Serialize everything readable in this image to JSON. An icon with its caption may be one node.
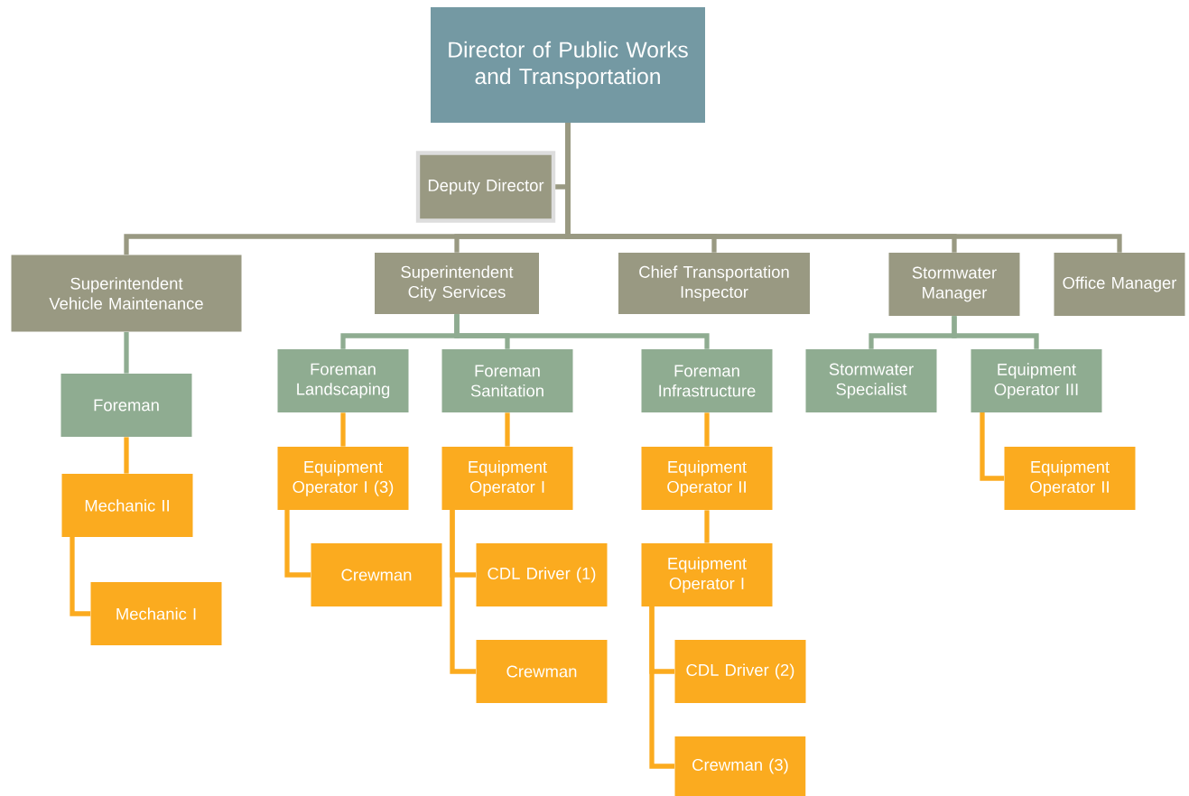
{
  "diagram": {
    "nodes": [
      {
        "text": [
          "Director of Public Works and Transportation"
        ]
      },
      {
        "text": [
          "Deputy Director"
        ]
      },
      {
        "text": [
          "Superintendent Vehicle Maintenance"
        ]
      },
      {
        "text": [
          "Superintendent City Services"
        ]
      },
      {
        "text": [
          "Chief Transportation Inspector"
        ]
      },
      {
        "text": [
          "Stormwater Manager"
        ]
      },
      {
        "text": [
          "Office Manager"
        ]
      },
      {
        "text": [
          "Foreman"
        ]
      },
      {
        "text": [
          "Mechanic II"
        ]
      },
      {
        "text": [
          "Mechanic I"
        ]
      },
      {
        "text": [
          "Foreman Landscaping"
        ]
      },
      {
        "text": [
          "Foreman Sanitation"
        ]
      },
      {
        "text": [
          "Foreman Infrastructure"
        ]
      },
      {
        "text": [
          "Equipment Operator I (3)"
        ]
      },
      {
        "text": [
          "Crewman"
        ]
      },
      {
        "text": [
          "Equipment Operator I"
        ]
      },
      {
        "text": [
          "CDL Driver (1)"
        ]
      },
      {
        "text": [
          "Crewman"
        ]
      },
      {
        "text": [
          "Equipment Operator II"
        ]
      },
      {
        "text": [
          "Equipment Operator I"
        ]
      },
      {
        "text": [
          "CDL Driver (2)"
        ]
      },
      {
        "text": [
          "Crewman (3)"
        ]
      },
      {
        "text": [
          "Stormwater Specialist"
        ]
      },
      {
        "text": [
          "Equipment Operator III"
        ]
      },
      {
        "text": [
          "Equipment Operator II"
        ]
      }
    ],
    "edges": [
      {
        "from": 0,
        "to": 1,
        "arrow": "none",
        "color": "#999982"
      },
      {
        "from": 0,
        "to": 2,
        "arrow": "none",
        "color": "#999982"
      },
      {
        "from": 0,
        "to": 3,
        "arrow": "none",
        "color": "#999982"
      },
      {
        "from": 0,
        "to": 4,
        "arrow": "none",
        "color": "#999982"
      },
      {
        "from": 0,
        "to": 5,
        "arrow": "none",
        "color": "#999982"
      },
      {
        "from": 0,
        "to": 6,
        "arrow": "none",
        "color": "#999982"
      },
      {
        "from": 2,
        "to": 7,
        "arrow": "none",
        "color": "#8fac91"
      },
      {
        "from": 7,
        "to": 8,
        "arrow": "none"
      },
      {
        "from": 8,
        "to": 9,
        "arrow": "none"
      },
      {
        "from": 3,
        "to": 10,
        "arrow": "none",
        "color": "#8fac91"
      },
      {
        "from": 3,
        "to": 11,
        "arrow": "none",
        "color": "#8fac91"
      },
      {
        "from": 3,
        "to": 12,
        "arrow": "none",
        "color": "#8fac91"
      },
      {
        "from": 10,
        "to": 13,
        "arrow": "none"
      },
      {
        "from": 13,
        "to": 14,
        "arrow": "none"
      },
      {
        "from": 11,
        "to": 15,
        "arrow": "none"
      },
      {
        "from": 15,
        "to": 16,
        "arrow": "none"
      },
      {
        "from": 15,
        "to": 17,
        "arrow": "none"
      },
      {
        "from": 12,
        "to": 18,
        "arrow": "none"
      },
      {
        "from": 18,
        "to": 19,
        "arrow": "none"
      },
      {
        "from": 19,
        "to": 20,
        "arrow": "none"
      },
      {
        "from": 19,
        "to": 21,
        "arrow": "none"
      },
      {
        "from": 5,
        "to": 22,
        "arrow": "none",
        "color": "#8fac91"
      },
      {
        "from": 5,
        "to": 23,
        "arrow": "none",
        "color": "#8fac91"
      },
      {
        "from": 23,
        "to": 24,
        "arrow": "none"
      }
    ]
  }
}
